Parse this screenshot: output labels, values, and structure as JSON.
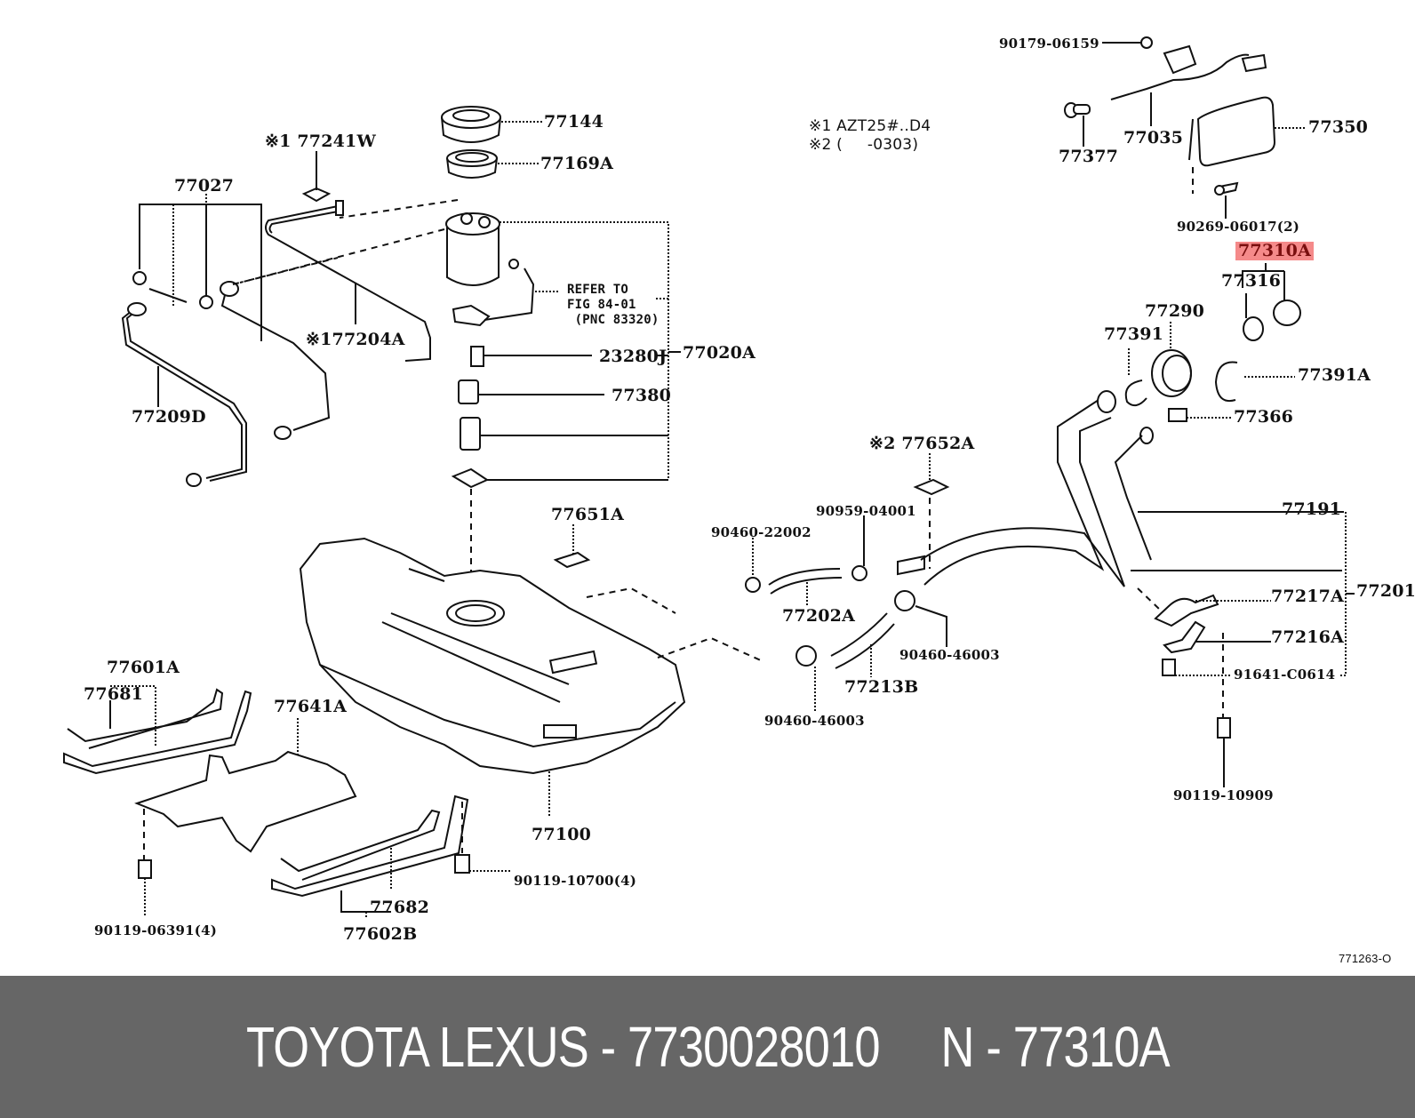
{
  "diagram": {
    "figure_code": "771263-O",
    "conditions": {
      "note1": "※1 AZT25#..D4",
      "note2": "※2 (     -0303)"
    },
    "refer_note": "REFER TO\nFIG 84-01\n (PNC 83320)",
    "highlight_color": "#f58a8a",
    "highlighted_part": "77310A",
    "labels": {
      "p90179_06159": "90179-06159",
      "p77035": "77035",
      "p77377": "77377",
      "p77350": "77350",
      "p90269_06017": "90269-06017(2)",
      "p77310A": "77310A",
      "p77316": "77316",
      "p77290": "77290",
      "p77391": "77391",
      "p77391A": "77391A",
      "p77366": "77366",
      "p77144": "77144",
      "p77169A": "77169A",
      "p77241W": "※1 77241W",
      "p77027": "77027",
      "p77204A": "※177204A",
      "p77209D": "77209D",
      "p23280J": "23280J",
      "p77020A": "77020A",
      "p77380": "77380",
      "p77652A": "※2 77652A",
      "p90959_04001": "90959-04001",
      "p90460_22002": "90460-22002",
      "p77651A": "77651A",
      "p77191": "77191",
      "p77201": "77201",
      "p77217A": "77217A",
      "p77216A": "77216A",
      "p91641_C0614": "91641-C0614",
      "p90119_10909": "90119-10909",
      "p77202A": "77202A",
      "p90460_46003_a": "90460-46003",
      "p77213B": "77213B",
      "p90460_46003_b": "90460-46003",
      "p77601A": "77601A",
      "p77681": "77681",
      "p77641A": "77641A",
      "p77100": "77100",
      "p90119_10700": "90119-10700(4)",
      "p77682": "77682",
      "p77602B": "77602B",
      "p90119_06391": "90119-06391(4)"
    }
  },
  "footer": {
    "text": "TOYOTA LEXUS - 7730028010     N - 77310A"
  }
}
